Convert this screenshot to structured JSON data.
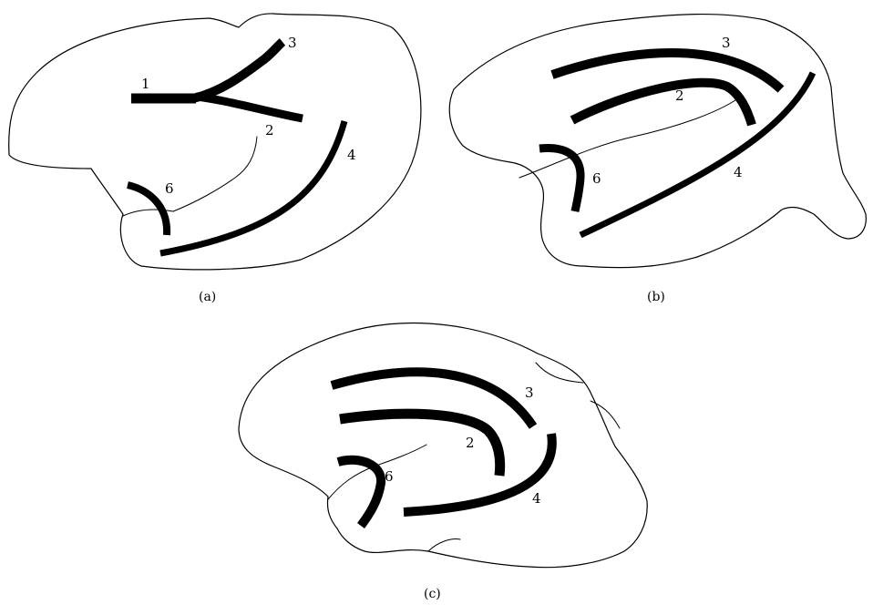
{
  "panels": [
    {
      "caption": "(a)",
      "labels": {
        "l1": "1",
        "l2": "2",
        "l3": "3",
        "l4": "4",
        "l6": "6"
      }
    },
    {
      "caption": "(b)",
      "labels": {
        "l2": "2",
        "l3": "3",
        "l4": "4",
        "l6": "6"
      }
    },
    {
      "caption": "(c)",
      "labels": {
        "l2": "2",
        "l3": "3",
        "l4": "4",
        "l6": "6"
      }
    }
  ]
}
